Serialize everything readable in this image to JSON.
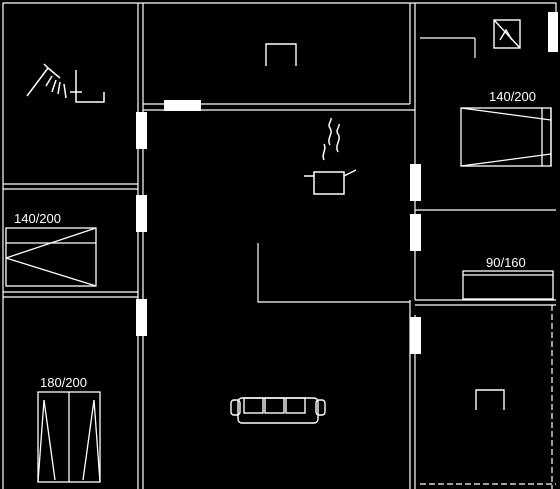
{
  "floorplan": {
    "colors": {
      "background": "#000000",
      "lines": "#ffffff"
    },
    "bed_labels": {
      "top_right": "140/200",
      "left": "140/200",
      "right": "90/160",
      "bottom_left": "180/200"
    },
    "icons": [
      "shower-icon",
      "boiler-icon",
      "stove-pot-icon",
      "sofa-icon",
      "toilet-icon",
      "washbasin-icon",
      "bed-icon"
    ]
  }
}
